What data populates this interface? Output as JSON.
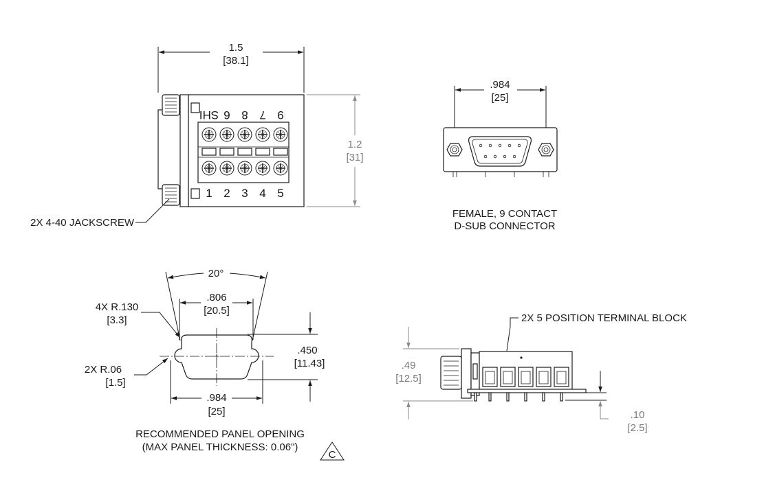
{
  "top_view": {
    "width_in": "1.5",
    "width_mm": "[38.1]",
    "height_in": "1.2",
    "height_mm": "[31]",
    "upper_labels": [
      "SHI",
      "6",
      "8",
      "7",
      "9"
    ],
    "lower_labels": [
      "1",
      "2",
      "3",
      "4",
      "5"
    ],
    "jackscrew_note": "2X 4-40 JACKSCREW"
  },
  "connector_view": {
    "spacing_in": ".984",
    "spacing_mm": "[25]",
    "caption_line1": "FEMALE, 9 CONTACT",
    "caption_line2": "D-SUB CONNECTOR"
  },
  "panel_view": {
    "angle": "20°",
    "inner_width_in": ".806",
    "inner_width_mm": "[20.5]",
    "corner_radius_note": "4X R.130",
    "corner_radius_mm": "[3.3]",
    "hole_radius_note": "2X  R.06",
    "hole_radius_mm": "[1.5]",
    "height_in": ".450",
    "height_mm": "[11.43]",
    "hole_spacing_in": ".984",
    "hole_spacing_mm": "[25]",
    "caption_line1": "RECOMMENDED PANEL OPENING",
    "caption_line2": "(MAX PANEL THICKNESS: 0.06\")"
  },
  "side_view": {
    "terminal_note": "2X 5 POSITION TERMINAL BLOCK",
    "height_in": ".49",
    "height_mm": "[12.5]",
    "pin_in": ".10",
    "pin_mm": "[2.5]"
  },
  "revision": "C"
}
